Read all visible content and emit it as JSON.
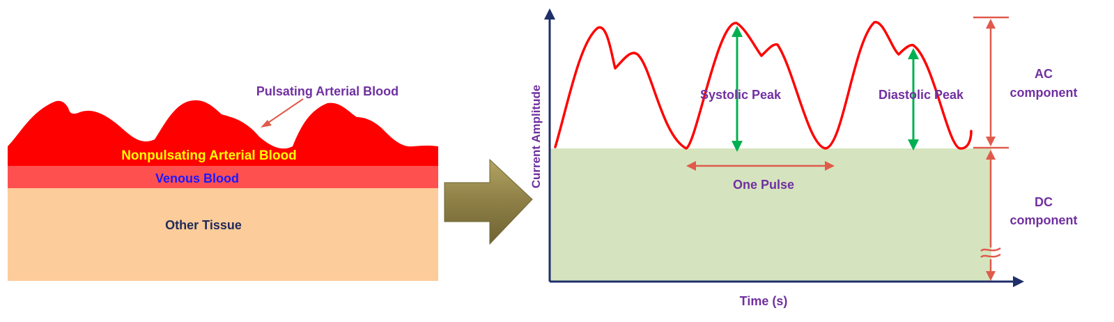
{
  "tissue": {
    "pulsating_label": "Pulsating Arterial Blood",
    "nonpulsating_label": "Nonpulsating Arterial Blood",
    "venous_label": "Venous Blood",
    "other_label": "Other Tissue"
  },
  "signal": {
    "y_axis_label": "Current Amplitude",
    "x_axis_label": "Time (s)",
    "systolic_label": "Systolic Peak",
    "diastolic_label": "Diastolic Peak",
    "pulse_label": "One Pulse",
    "ac_label_line1": "AC",
    "ac_label_line2": "component",
    "dc_label_line1": "DC",
    "dc_label_line2": "component"
  },
  "colors": {
    "pulsating_red": "#ff0000",
    "venous_red": "#ff5050",
    "tissue_peach": "#fccc9a",
    "dc_green": "#d5e4bf",
    "axis_navy": "#1f2f6a",
    "label_purple": "#7030a0",
    "annot_red": "#e05a4a",
    "arrow_green": "#00b050",
    "big_arrow_olive": "#8d7f45",
    "text_yellow": "#ffff00",
    "text_blue": "#1a1aff",
    "text_navy": "#1f2a5a"
  }
}
